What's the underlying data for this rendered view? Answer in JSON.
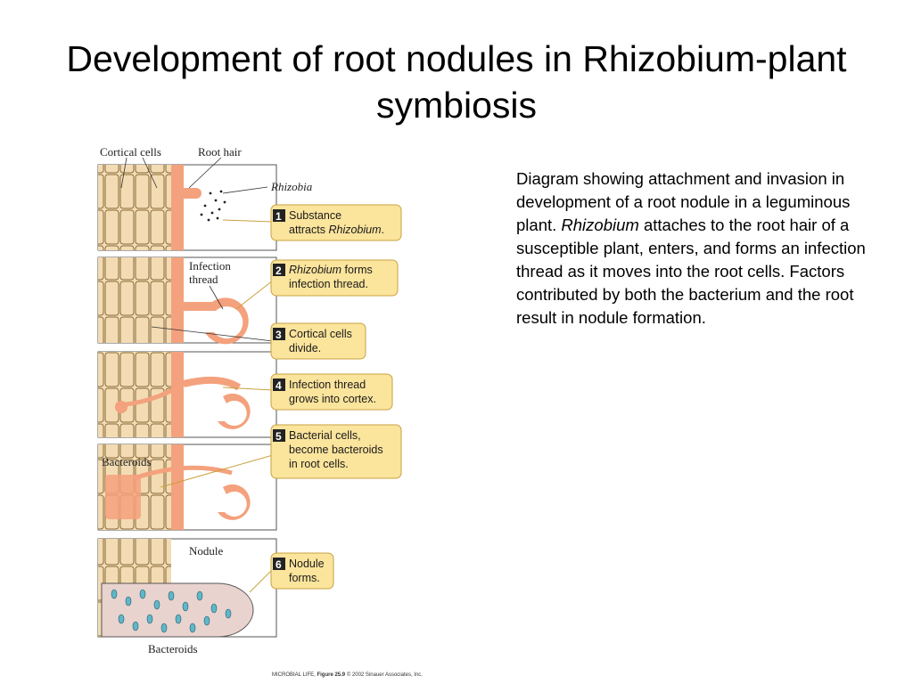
{
  "slide": {
    "title": "Development of root nodules in Rhizobium-plant symbiosis",
    "description": {
      "line1": "Diagram showing attachment and invasion in development of a root nodule in a leguminous plant.",
      "italic": "Rhizobium",
      "line2": " attaches to the root hair of a susceptible plant, enters, and forms an infection thread as it moves into the root cells. Factors contributed by both the bacterium and the root result in nodule formation."
    }
  },
  "figure": {
    "labels": {
      "cortical_cells": "Cortical cells",
      "root_hair": "Root hair",
      "rhizobia": "Rhizobia",
      "infection_thread_1": "Infection",
      "infection_thread_2": "thread",
      "bacteroids_top": "Bacteroids",
      "nodule": "Nodule",
      "bacteroids_bottom": "Bacteroids"
    },
    "steps": [
      {
        "number": "1",
        "line1": "Substance",
        "line2a": "attracts ",
        "line2b": "Rhizobium",
        "line2c": "."
      },
      {
        "number": "2",
        "line1a": "Rhizobium",
        "line1b": " forms",
        "line2": "infection thread."
      },
      {
        "number": "3",
        "line1": "Cortical cells",
        "line2": "divide."
      },
      {
        "number": "4",
        "line1": "Infection thread",
        "line2": "grows into cortex."
      },
      {
        "number": "5",
        "line1": "Bacterial cells,",
        "line2": "become bacteroids",
        "line3": "in root cells."
      },
      {
        "number": "6",
        "line1": "Nodule",
        "line2": "forms."
      }
    ],
    "credit": {
      "book": "MICROBIAL LIFE",
      "sep": ", ",
      "figure": "Figure 25.9",
      "copyright": "© 2002 Sinauer Associates, Inc."
    }
  },
  "colors": {
    "cell_fill": "#f3dcb4",
    "root_hair": "#f4a17d",
    "callout_fill": "#fbe49c",
    "callout_stroke": "#c9a23f",
    "step_badge": "#222222"
  }
}
